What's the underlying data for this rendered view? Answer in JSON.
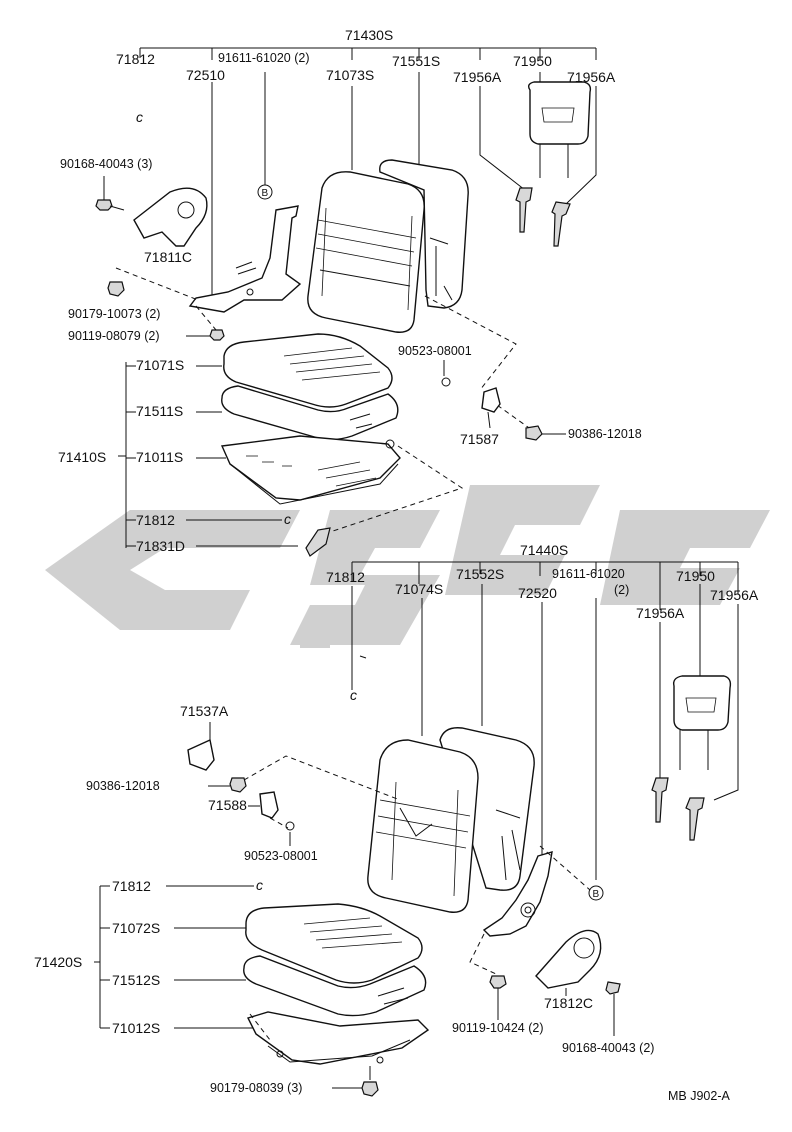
{
  "diagram_ref": "MB  J902-A",
  "upper_seat": {
    "assembly": "71430S",
    "labels": {
      "p71812": "71812",
      "p91611": "91611-61020 (2)",
      "p72510": "72510",
      "p71073S": "71073S",
      "p71551S": "71551S",
      "p71950": "71950",
      "p71956A_l": "71956A",
      "p71956A_r": "71956A",
      "clip_c": "c",
      "p90168": "90168-40043 (3)",
      "p71811C": "71811C",
      "callout_b": "B",
      "p90179": "90179-10073 (2)",
      "p90119": "90119-08079 (2)",
      "p90523": "90523-08001",
      "p71587": "71587",
      "p90386": "90386-12018"
    }
  },
  "upper_cushion": {
    "assembly": "71410S",
    "labels": {
      "p71071S": "71071S",
      "p71511S": "71511S",
      "p71011S": "71011S",
      "p71812": "71812",
      "p71831D": "71831D",
      "clip_c": "c"
    }
  },
  "lower_seat": {
    "assembly": "71440S",
    "labels": {
      "p71812": "71812",
      "p71074S": "71074S",
      "p71552S": "71552S",
      "p91611": "91611-61020",
      "p91611_qty": "(2)",
      "p72520": "72520",
      "p71950": "71950",
      "p71956A_l": "71956A",
      "p71956A_r": "71956A",
      "clip_c": "c",
      "p71537A": "71537A",
      "p90386": "90386-12018",
      "p71588": "71588",
      "p90523": "90523-08001",
      "callout_b": "B",
      "p90119": "90119-10424 (2)",
      "p71812C": "71812C",
      "p90168": "90168-40043 (2)"
    }
  },
  "lower_cushion": {
    "assembly": "71420S",
    "labels": {
      "p71812": "71812",
      "p71072S": "71072S",
      "p71512S": "71512S",
      "p71012S": "71012S",
      "p90179": "90179-08039 (3)",
      "clip_c": "c"
    }
  },
  "watermark_color": "#c8c8c8"
}
